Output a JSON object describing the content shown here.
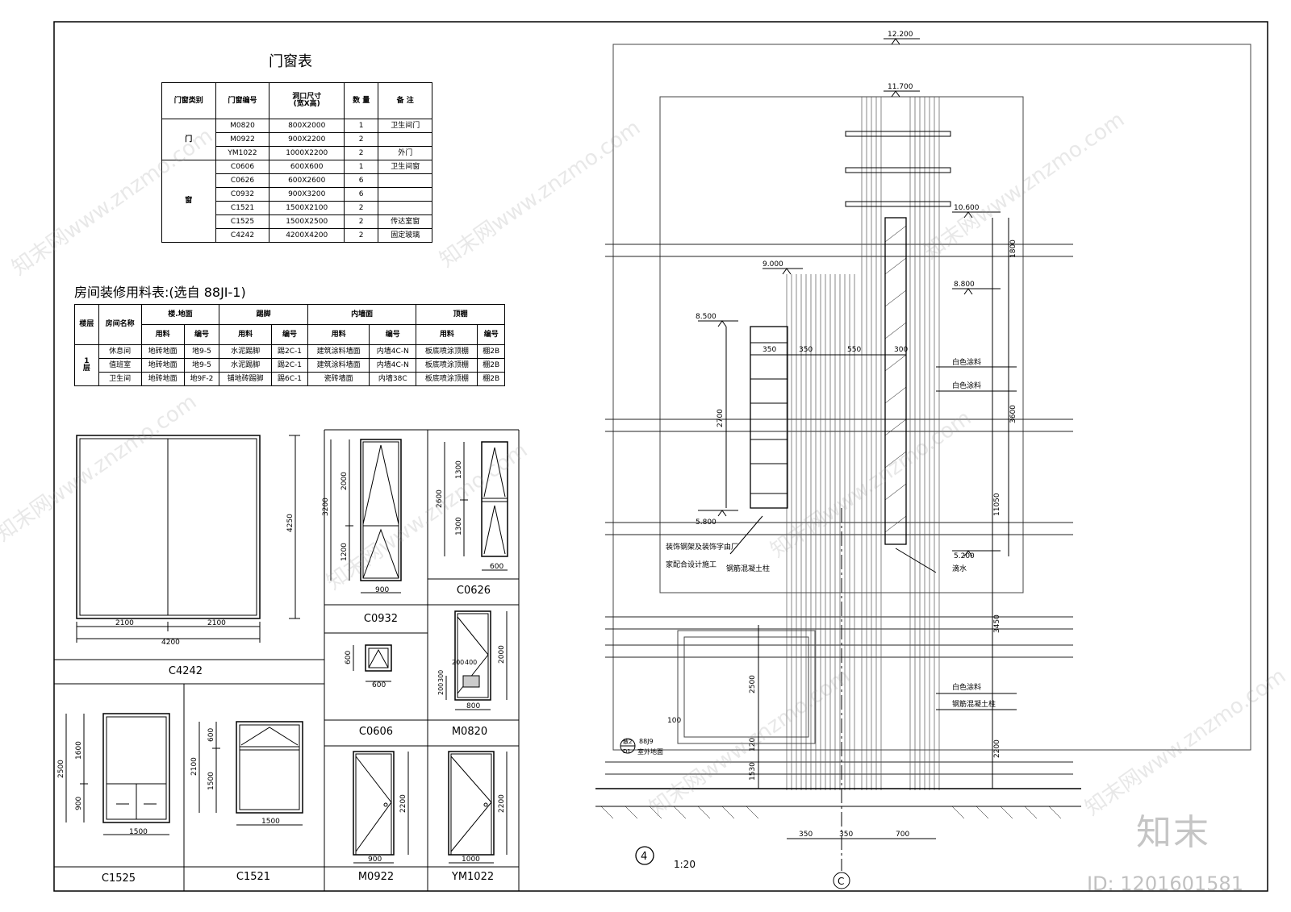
{
  "door_window_table": {
    "title": "门窗表",
    "headers": [
      "门窗类别",
      "门窗编号",
      "洞口尺寸\n(宽X高)",
      "数 量",
      "备 注"
    ],
    "groups": [
      {
        "category": "门",
        "rows": [
          {
            "code": "M0820",
            "size": "800X2000",
            "qty": "1",
            "note": "卫生间门"
          },
          {
            "code": "M0922",
            "size": "900X2200",
            "qty": "2",
            "note": ""
          },
          {
            "code": "YM1022",
            "size": "1000X2200",
            "qty": "2",
            "note": "外门"
          }
        ]
      },
      {
        "category": "窗",
        "rows": [
          {
            "code": "C0606",
            "size": "600X600",
            "qty": "1",
            "note": "卫生间窗"
          },
          {
            "code": "C0626",
            "size": "600X2600",
            "qty": "6",
            "note": ""
          },
          {
            "code": "C0932",
            "size": "900X3200",
            "qty": "6",
            "note": ""
          },
          {
            "code": "C1521",
            "size": "1500X2100",
            "qty": "2",
            "note": ""
          },
          {
            "code": "C1525",
            "size": "1500X2500",
            "qty": "2",
            "note": "传达室窗"
          },
          {
            "code": "C4242",
            "size": "4200X4200",
            "qty": "2",
            "note": "固定玻璃"
          }
        ]
      }
    ]
  },
  "finish_table": {
    "title": "房间装修用料表:(选自 88JI-1)",
    "headers": [
      "楼层",
      "房间名称",
      "楼.地面",
      "踢脚",
      "内墙面",
      "顶棚"
    ],
    "subheaders": [
      "用料",
      "编号",
      "用料",
      "编号",
      "用料",
      "编号",
      "用料",
      "编号"
    ],
    "floor_label": "1\n层",
    "rows": [
      {
        "room": "休息间",
        "cells": [
          "地砖地面",
          "地9-5",
          "水泥踢脚",
          "踢2C-1",
          "建筑涂料墙面",
          "内墙4C-N",
          "板底喷涂顶棚",
          "棚2B"
        ]
      },
      {
        "room": "值班室",
        "cells": [
          "地砖地面",
          "地9-5",
          "水泥踢脚",
          "踢2C-1",
          "建筑涂料墙面",
          "内墙4C-N",
          "板底喷涂顶棚",
          "棚2B"
        ]
      },
      {
        "room": "卫生间",
        "cells": [
          "地砖地面",
          "地9F-2",
          "铺地砖踢脚",
          "踢6C-1",
          "瓷砖墙面",
          "内墙38C",
          "板底喷涂顶棚",
          "棚2B"
        ]
      }
    ]
  },
  "details": {
    "C4242": {
      "label": "C4242",
      "dims": [
        "2100",
        "2100",
        "4200",
        "4250"
      ]
    },
    "C0932": {
      "label": "C0932",
      "dims": [
        "3200",
        "2000",
        "1200",
        "900"
      ]
    },
    "C0626": {
      "label": "C0626",
      "dims": [
        "2600",
        "1300",
        "1300",
        "600"
      ]
    },
    "C0606": {
      "label": "C0606",
      "dims": [
        "600",
        "600"
      ]
    },
    "M0820": {
      "label": "M0820",
      "dims": [
        "2000",
        "200",
        "400",
        "200",
        "300",
        "800"
      ]
    },
    "C1525": {
      "label": "C1525",
      "dims": [
        "2500",
        "1600",
        "900",
        "1500"
      ]
    },
    "C1521": {
      "label": "C1521",
      "dims": [
        "2100",
        "600",
        "1500",
        "1500"
      ]
    },
    "M0922": {
      "label": "M0922",
      "dims": [
        "2200",
        "900"
      ]
    },
    "YM1022": {
      "label": "YM1022",
      "dims": [
        "2200",
        "1000"
      ]
    }
  },
  "section": {
    "elevations": [
      "12.200",
      "11.700",
      "10.600",
      "9.000",
      "8.800",
      "8.500",
      "5.800",
      "5.200"
    ],
    "dims_top": [
      "350",
      "350",
      "550",
      "300"
    ],
    "dims_right": [
      "1800",
      "3600",
      "11050",
      "3450",
      "2200"
    ],
    "dims_left": [
      "2700",
      "2500",
      "120",
      "1530",
      "100"
    ],
    "dims_bottom": [
      "350",
      "350",
      "700"
    ],
    "notes": [
      "白色涂料",
      "白色涂料",
      "装饰钢架及装饰字由厂",
      "家配合设计施工",
      "钢筋混凝土柱",
      "滴水",
      "白色涂料",
      "钢筋混凝土柱"
    ],
    "ground_ref": {
      "no": "散2",
      "sheet": "88J9",
      "sub": "D1",
      "label": "室外地面"
    },
    "view_no": "4",
    "scale": "1:20",
    "axis": "C"
  },
  "watermarks": [
    "知末网www.znzmo.com"
  ],
  "brand": {
    "logo": "知末",
    "id": "ID: 1201601581"
  }
}
